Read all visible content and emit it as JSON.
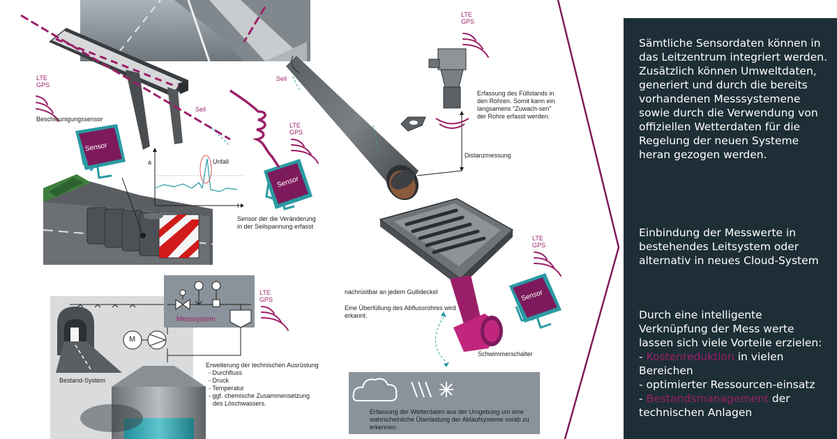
{
  "labels": {
    "seil1": "Seil",
    "seil2": "Seil",
    "beschleunigung": "Beschleunigungssensor",
    "sensor": "Sensor",
    "unfall": "Unfall",
    "axis_a": "a",
    "axis_t": "t",
    "seilspannung": "Sensor der die Veränderung in der Seilspannung erfasst",
    "fuellstand": "Erfassung des Füllstands in den Rohren. Somit kann ein langsamens \"Zuwach-sen\" der Rohre erfasst werden.",
    "distanz": "Distanzmessung",
    "gullideckel": "nachrüstbar an jedem Gullideckel",
    "ueberfuellung": "Eine Überfüllung des Abflussrohres wird erkannt.",
    "schwimmer": "Schwimmerschalter",
    "messsystem": "Messsystem",
    "motor": "M",
    "bestand": "Bestand-System",
    "erweiterung_title": "Erweiterung der technischen Ausrüstung",
    "erweiterung_items": [
      "- Durchfluss",
      "- Druck",
      "- Temperatur",
      "- ggf. chemische Zusammensetzung",
      "  des Löschwassers."
    ],
    "wetter": "Erfassung der Wetterdaten aus der Umgebung um eine wahrscheinliche Überlastung der Ablaufsysteme vorab zu erkennen."
  },
  "lte_gps": [
    "LTE",
    "GPS"
  ],
  "panel": {
    "p1": "Sämtliche Sensordaten können in das Leitzentrum integriert werden. Zusätzlich können Umweltdaten, generiert und durch die bereits vorhandenen Messsystemene sowie durch die Verwendung von offiziellen Wetterdaten für die Regelung der neuen Systeme heran gezogen werden.",
    "p2": "Einbindung der Messwerte in bestehendes Leitsystem oder alternativ in neues Cloud-System",
    "p3_intro": "Durch eine intelligente Verknüpfung der Mess werte lassen sich viele Vorteile erzielen:",
    "b1_prefix": "- ",
    "b1_accent": "Kostenreduktion",
    "b1_rest": " in vielen Bereichen",
    "b2": "- optimierter Ressourcen-einsatz",
    "b3_prefix": "- ",
    "b3_accent": "Bestandsmanagement",
    "b3_rest": " der technischen Anlagen"
  },
  "colors": {
    "accent": "#9b1f68",
    "panel_bg": "#1e2e36",
    "sensor_teal": "#2a9aa3",
    "sensor_purple": "#7d1a5c",
    "gray_box": "#8a939b"
  }
}
